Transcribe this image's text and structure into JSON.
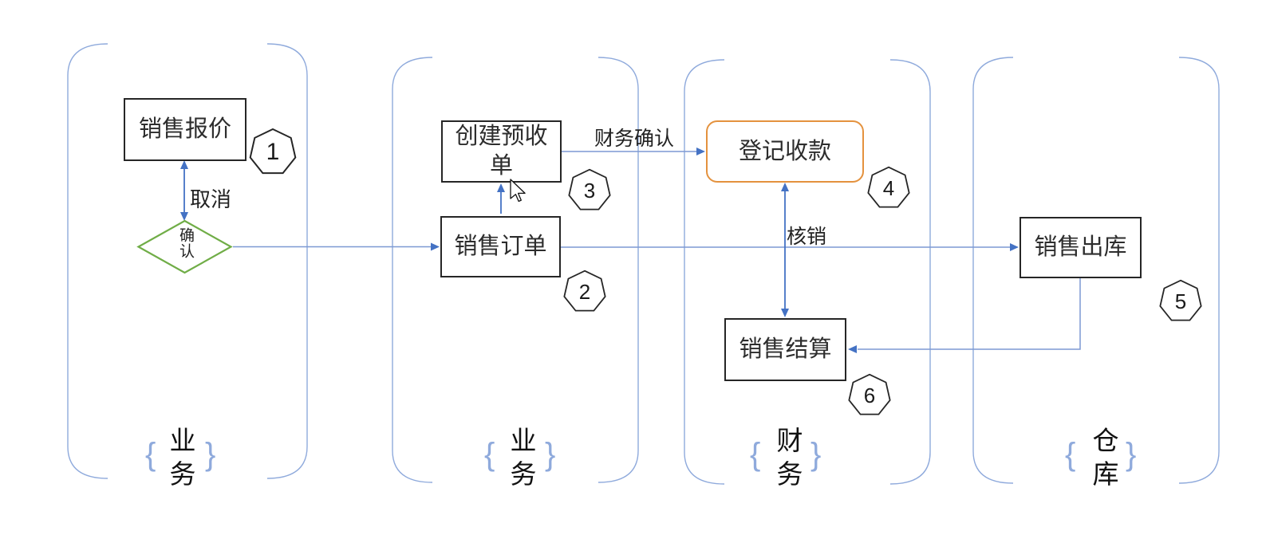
{
  "lanes": {
    "business1": {
      "label": "业务",
      "brace_open": "{",
      "brace_close": "}"
    },
    "business2": {
      "label": "业务",
      "brace_open": "{",
      "brace_close": "}"
    },
    "finance": {
      "label": "财务",
      "brace_open": "{",
      "brace_close": "}"
    },
    "warehouse": {
      "label": "仓库",
      "brace_open": "{",
      "brace_close": "}"
    }
  },
  "nodes": {
    "sales_quote": {
      "label": "销售报价",
      "badge": "1"
    },
    "sales_order": {
      "label": "销售订单",
      "badge": "2"
    },
    "create_advance_receipt": {
      "label": "创建预收单",
      "badge": "3"
    },
    "register_payment": {
      "label": "登记收款",
      "badge": "4"
    },
    "sales_outbound": {
      "label": "销售出库",
      "badge": "5"
    },
    "sales_settlement": {
      "label": "销售结算",
      "badge": "6"
    },
    "confirm_decision": {
      "label": "确认"
    }
  },
  "edges": {
    "cancel": {
      "label": "取消"
    },
    "finance_confirm": {
      "label": "财务确认"
    },
    "write_off": {
      "label": "核销"
    }
  },
  "colors": {
    "lane_border": "#8FAADC",
    "connector": "#7D99D3",
    "arrow": "#4472C4",
    "box_border": "#262626",
    "highlight_border": "#E4923E",
    "diamond_border": "#70AD47",
    "text": "#262626"
  }
}
